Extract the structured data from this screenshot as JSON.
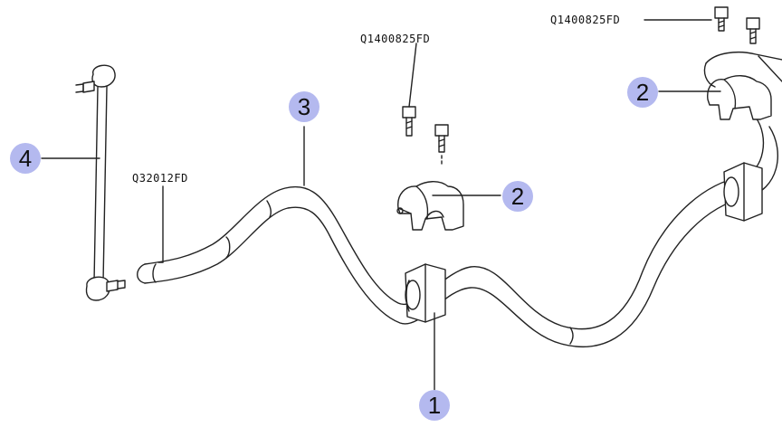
{
  "diagram": {
    "callouts": [
      {
        "id": "c1",
        "label": "1"
      },
      {
        "id": "c2a",
        "label": "2"
      },
      {
        "id": "c2b",
        "label": "2"
      },
      {
        "id": "c3",
        "label": "3"
      },
      {
        "id": "c4",
        "label": "4"
      }
    ],
    "part_numbers": [
      {
        "id": "p1",
        "text": "Q1400825FD"
      },
      {
        "id": "p2",
        "text": "Q1400825FD"
      },
      {
        "id": "p3",
        "text": "Q32012FD"
      }
    ],
    "colors": {
      "callout_fill": "#b4b9ef",
      "line": "#222222"
    }
  }
}
